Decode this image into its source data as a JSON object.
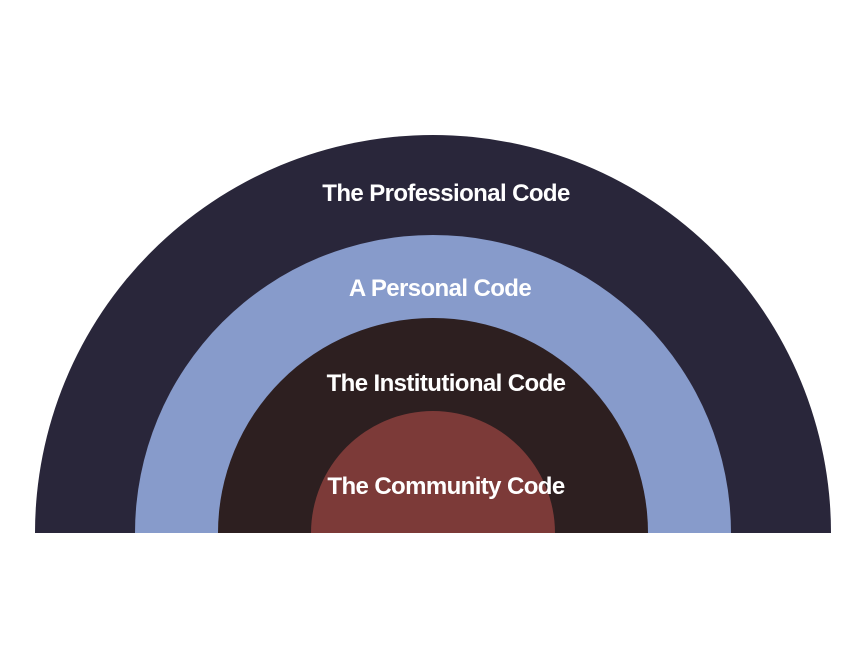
{
  "diagram": {
    "rings": [
      {
        "label": "The Professional Code",
        "color": "#29263a",
        "text_color": "#ffffff"
      },
      {
        "label": "A Personal Code",
        "color": "#879bcb",
        "text_color": "#ffffff"
      },
      {
        "label": "The Institutional Code",
        "color": "#2d1f20",
        "text_color": "#ffffff"
      },
      {
        "label": "The Community Code",
        "color": "#7c3a38",
        "text_color": "#ffffff"
      }
    ]
  }
}
